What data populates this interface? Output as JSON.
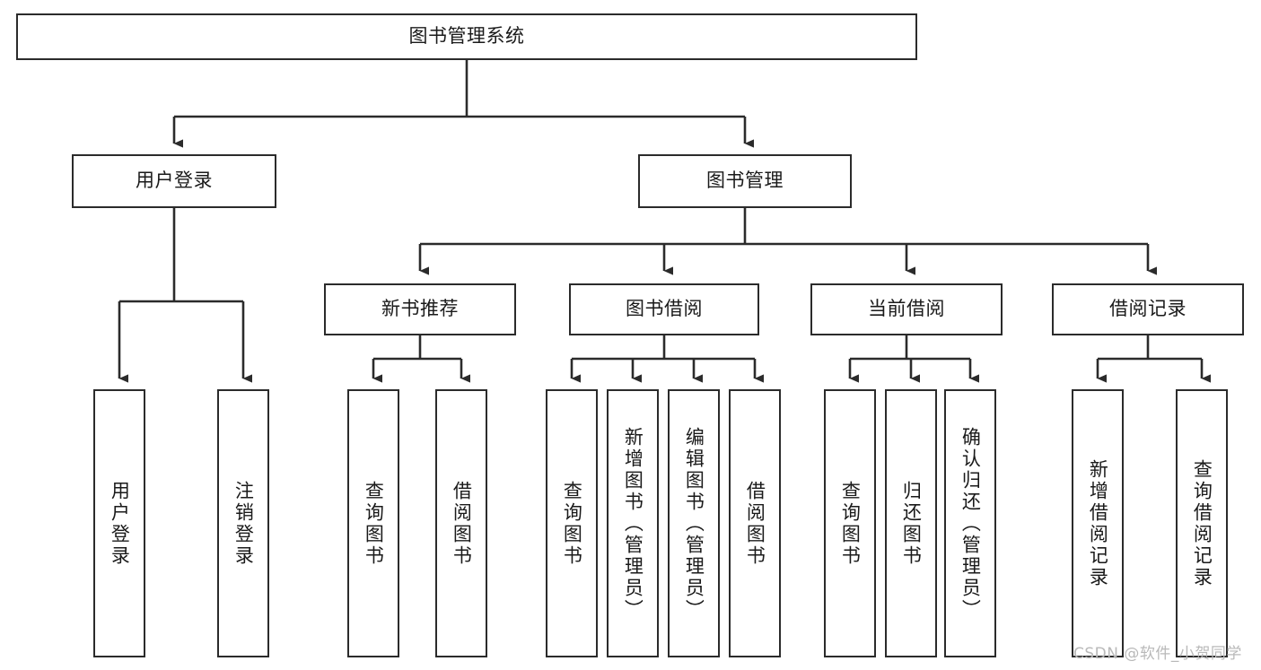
{
  "diagram": {
    "type": "tree-hierarchy-chart",
    "title": "图书管理系统",
    "orientation": "top-down",
    "colors": {
      "box_border": "#2b2b2b",
      "box_fill": "#ffffff",
      "connector": "#2b2b2b",
      "text": "#1a1a1a",
      "watermark": "#b9b9b9",
      "background": "#ffffff"
    },
    "root": {
      "id": "root",
      "label": "图书管理系统",
      "text_direction": "horizontal"
    },
    "level2": [
      {
        "id": "user-login",
        "label": "用户登录",
        "text_direction": "horizontal"
      },
      {
        "id": "book-management",
        "label": "图书管理",
        "text_direction": "horizontal"
      }
    ],
    "level3": [
      {
        "id": "new-book-recommend",
        "label": "新书推荐",
        "text_direction": "horizontal",
        "parent": "book-management"
      },
      {
        "id": "book-borrow",
        "label": "图书借阅",
        "text_direction": "horizontal",
        "parent": "book-management"
      },
      {
        "id": "current-borrow",
        "label": "当前借阅",
        "text_direction": "horizontal",
        "parent": "book-management"
      },
      {
        "id": "borrow-record",
        "label": "借阅记录",
        "text_direction": "horizontal",
        "parent": "book-management"
      }
    ],
    "leaves": [
      {
        "id": "leaf-user-login",
        "label": "用户登录",
        "text_direction": "vertical",
        "parent": "user-login"
      },
      {
        "id": "leaf-logout-login",
        "label": "注销登录",
        "text_direction": "vertical",
        "parent": "user-login"
      },
      {
        "id": "leaf-query-book-1",
        "label": "查询图书",
        "text_direction": "vertical",
        "parent": "new-book-recommend"
      },
      {
        "id": "leaf-borrow-book-1",
        "label": "借阅图书",
        "text_direction": "vertical",
        "parent": "new-book-recommend"
      },
      {
        "id": "leaf-query-book-2",
        "label": "查询图书",
        "text_direction": "vertical",
        "parent": "book-borrow"
      },
      {
        "id": "leaf-add-book-admin",
        "label": "新增图书（管理员）",
        "text_direction": "vertical",
        "parent": "book-borrow"
      },
      {
        "id": "leaf-edit-book-admin",
        "label": "编辑图书（管理员）",
        "text_direction": "vertical",
        "parent": "book-borrow"
      },
      {
        "id": "leaf-borrow-book-2",
        "label": "借阅图书",
        "text_direction": "vertical",
        "parent": "book-borrow"
      },
      {
        "id": "leaf-query-book-3",
        "label": "查询图书",
        "text_direction": "vertical",
        "parent": "current-borrow"
      },
      {
        "id": "leaf-return-book",
        "label": "归还图书",
        "text_direction": "vertical",
        "parent": "current-borrow"
      },
      {
        "id": "leaf-confirm-return-admin",
        "label": "确认归还（管理员）",
        "text_direction": "vertical",
        "parent": "current-borrow"
      },
      {
        "id": "leaf-add-borrow-record",
        "label": "新增借阅记录",
        "text_direction": "vertical",
        "parent": "borrow-record"
      },
      {
        "id": "leaf-query-borrow-record",
        "label": "查询借阅记录",
        "text_direction": "vertical",
        "parent": "borrow-record"
      }
    ],
    "watermark": "CSDN @软件_小贺同学"
  }
}
